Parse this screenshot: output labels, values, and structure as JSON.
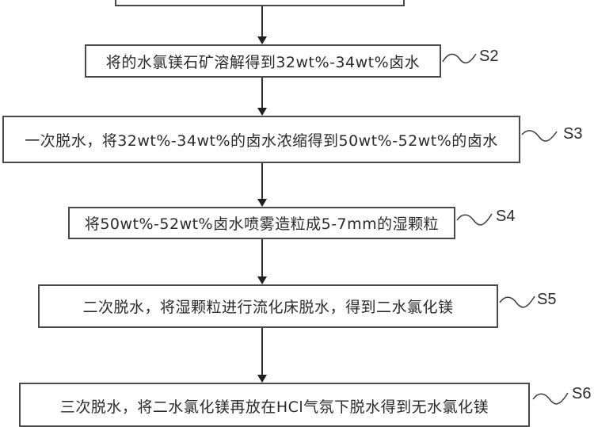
{
  "flowchart": {
    "steps": [
      {
        "id": "S1",
        "label": "",
        "text": ""
      },
      {
        "id": "S2",
        "label": "S2",
        "text": "将的水氯镁石矿溶解得到32wt%-34wt%卤水"
      },
      {
        "id": "S3",
        "label": "S3",
        "text": "一次脱水，将32wt%-34wt%的卤水浓缩得到50wt%-52wt%的卤水"
      },
      {
        "id": "S4",
        "label": "S4",
        "text": "将50wt%-52wt%卤水喷雾造粒成5-7mm的湿颗粒"
      },
      {
        "id": "S5",
        "label": "S5",
        "text": "二次脱水，将湿颗粒进行流化床脱水，得到二水氯化镁"
      },
      {
        "id": "S6",
        "label": "S6",
        "text": "三次脱水，将二水氯化镁再放在HCl气氛下脱水得到无水氯化镁"
      }
    ],
    "colors": {
      "border": "#4a4a4a",
      "arrow": "#1f1f1f",
      "background": "#ffffff",
      "text": "#2a2a2a"
    }
  }
}
